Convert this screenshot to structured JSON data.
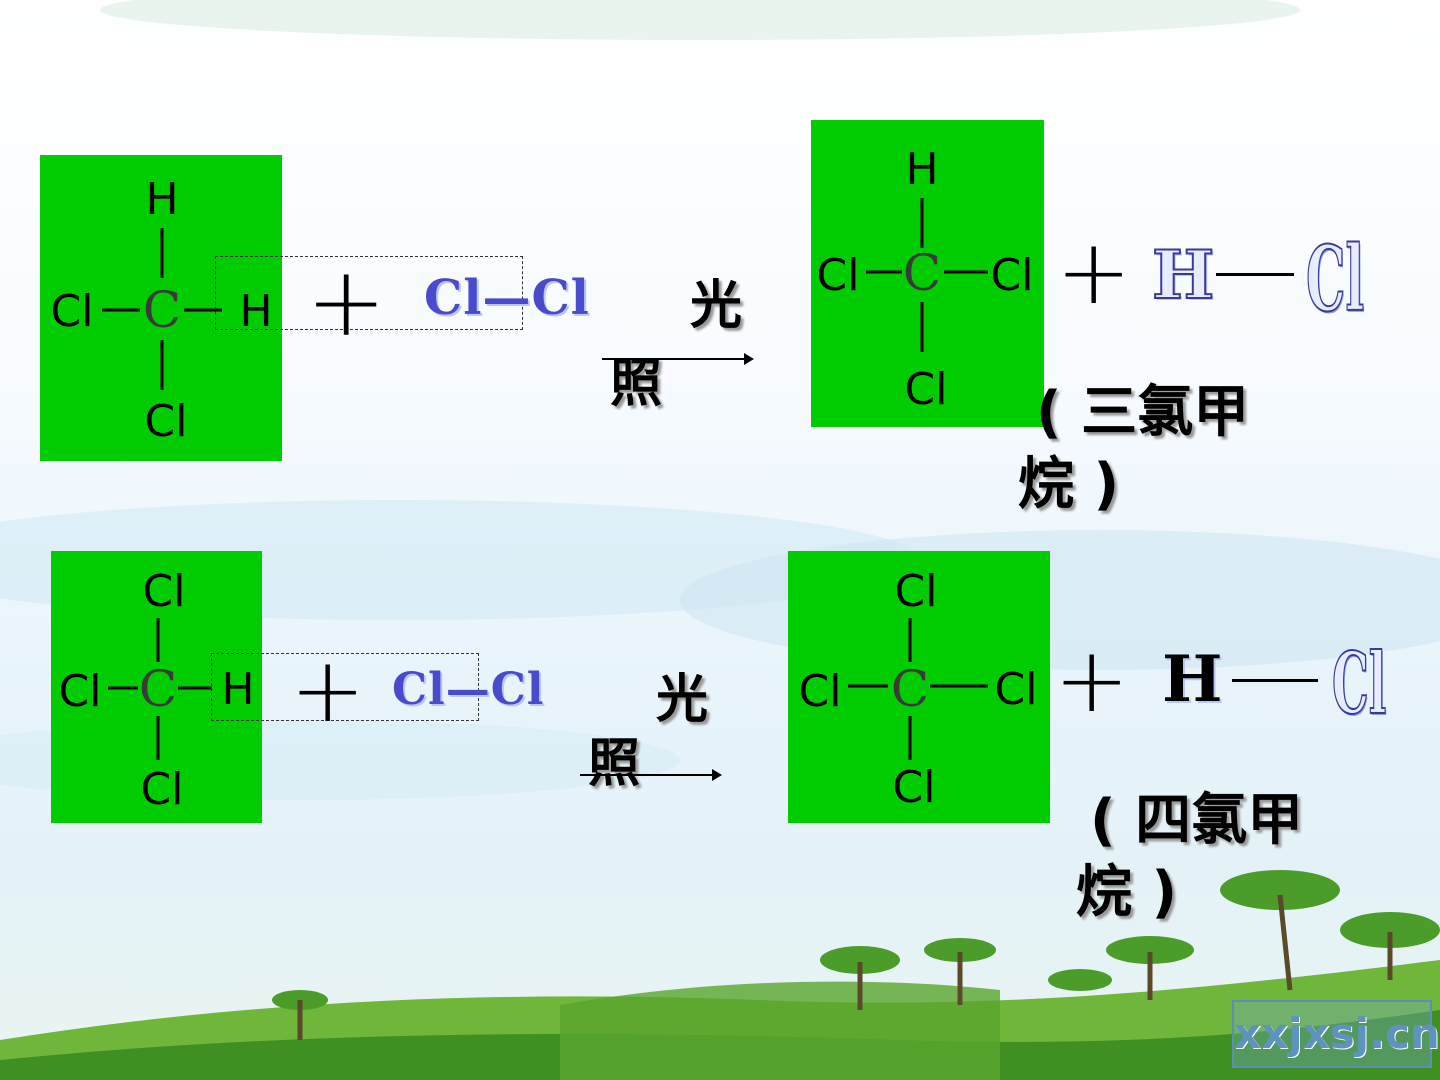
{
  "reactions": [
    {
      "reactant": {
        "top": "H",
        "left": "Cl",
        "center": "C",
        "right": "H",
        "bottom": "Cl"
      },
      "plus1": "+",
      "reagent": "Cl—Cl",
      "condition": {
        "line1": "光",
        "line2": "照"
      },
      "product": {
        "top": "H",
        "left": "Cl",
        "center": "C",
        "right": "Cl",
        "bottom": "Cl"
      },
      "plus2": "+",
      "byproduct": {
        "h": "H",
        "cl": "Cl"
      },
      "name": {
        "line1": "( 三氯甲",
        "line2": "烷 )"
      }
    },
    {
      "reactant": {
        "top": "Cl",
        "left": "Cl",
        "center": "C",
        "right": "H",
        "bottom": "Cl"
      },
      "plus1": "+",
      "reagent": "Cl—Cl",
      "condition": {
        "line1": "光",
        "line2": "照"
      },
      "product": {
        "top": "Cl",
        "left": "Cl",
        "center": "C",
        "right": "Cl",
        "bottom": "Cl"
      },
      "plus2": "+",
      "byproduct": {
        "h": "H",
        "cl": "Cl"
      },
      "name": {
        "line1": "( 四氯甲",
        "line2": "烷 )"
      }
    }
  ],
  "watermark": "xxjxsj.cn",
  "colors": {
    "box": "#00cc00",
    "reagent": "#4a4acc"
  }
}
